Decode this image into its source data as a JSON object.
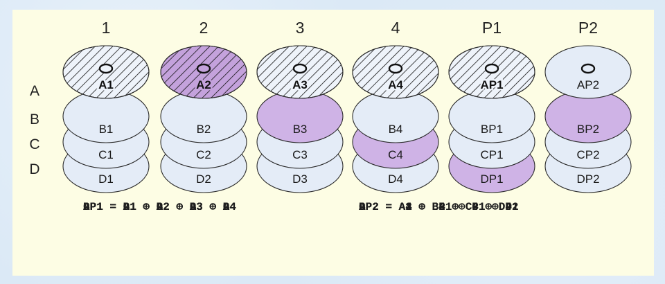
{
  "columns": [
    "1",
    "2",
    "3",
    "4",
    "P1",
    "P2"
  ],
  "rows": [
    "A",
    "B",
    "C",
    "D"
  ],
  "colors": {
    "disk_light": "#e4ecf7",
    "disk_purple": "#cfb3e6",
    "top_purple": "#c4a2dc",
    "top_plain": "#eef3fa",
    "hatch": "#111111",
    "background": "#dbe9f6",
    "panel": "#fdfde4"
  },
  "disks": [
    {
      "top": "A1",
      "top_style": "hatched",
      "stack": [
        {
          "label": "B1",
          "purple": false
        },
        {
          "label": "C1",
          "purple": false
        },
        {
          "label": "D1",
          "purple": false
        }
      ]
    },
    {
      "top": "A2",
      "top_style": "hatched-purple",
      "stack": [
        {
          "label": "B2",
          "purple": false
        },
        {
          "label": "C2",
          "purple": false
        },
        {
          "label": "D2",
          "purple": false
        }
      ]
    },
    {
      "top": "A3",
      "top_style": "hatched",
      "stack": [
        {
          "label": "B3",
          "purple": true
        },
        {
          "label": "C3",
          "purple": false
        },
        {
          "label": "D3",
          "purple": false
        }
      ]
    },
    {
      "top": "A4",
      "top_style": "hatched",
      "stack": [
        {
          "label": "B4",
          "purple": false
        },
        {
          "label": "C4",
          "purple": true
        },
        {
          "label": "D4",
          "purple": false
        }
      ]
    },
    {
      "top": "AP1",
      "top_style": "hatched",
      "stack": [
        {
          "label": "BP1",
          "purple": false
        },
        {
          "label": "CP1",
          "purple": false
        },
        {
          "label": "DP1",
          "purple": true
        }
      ]
    },
    {
      "top": "AP2",
      "top_style": "plain",
      "stack": [
        {
          "label": "BP2",
          "purple": true
        },
        {
          "label": "CP2",
          "purple": false
        },
        {
          "label": "DP2",
          "purple": false
        }
      ]
    }
  ],
  "formulas_left": [
    "AP1 = A1 ⊕ A2 ⊕ A3 ⊕ A4",
    "BP1 = B1 ⊕ B2 ⊕ B3 ⊕ B4",
    "CP1 = C1 ⊕ C2 ⊕ C3 ⊕ C4",
    "DP1 = D1 ⊕ D2 ⊕ D3 ⊕ D4"
  ],
  "formulas_right": [
    "AP2 = A1 ⊕ B2 ⊕ C3 ⊕ D4",
    "BP2 = A2 ⊕ B3 ⊕ C4 ⊕ DP1",
    "CP2 = A3 ⊕ B4 ⊕ CP1 ⊕ D1",
    "DP2 = A4 ⊕ BP1 ⊕ C1 ⊕ D2"
  ]
}
